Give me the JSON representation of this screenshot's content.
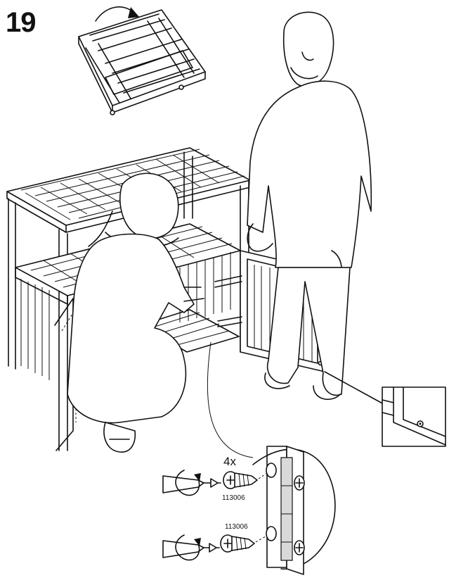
{
  "instruction": {
    "step_number": "19",
    "screw_quantity": "4x",
    "screw_part_number_top": "113006",
    "screw_part_number_bottom": "113006"
  },
  "icons": {
    "rotate": "rotate-arrow-icon",
    "screwdriver": "screwdriver-icon",
    "screw": "screw-icon",
    "hinge": "hinge-icon"
  }
}
